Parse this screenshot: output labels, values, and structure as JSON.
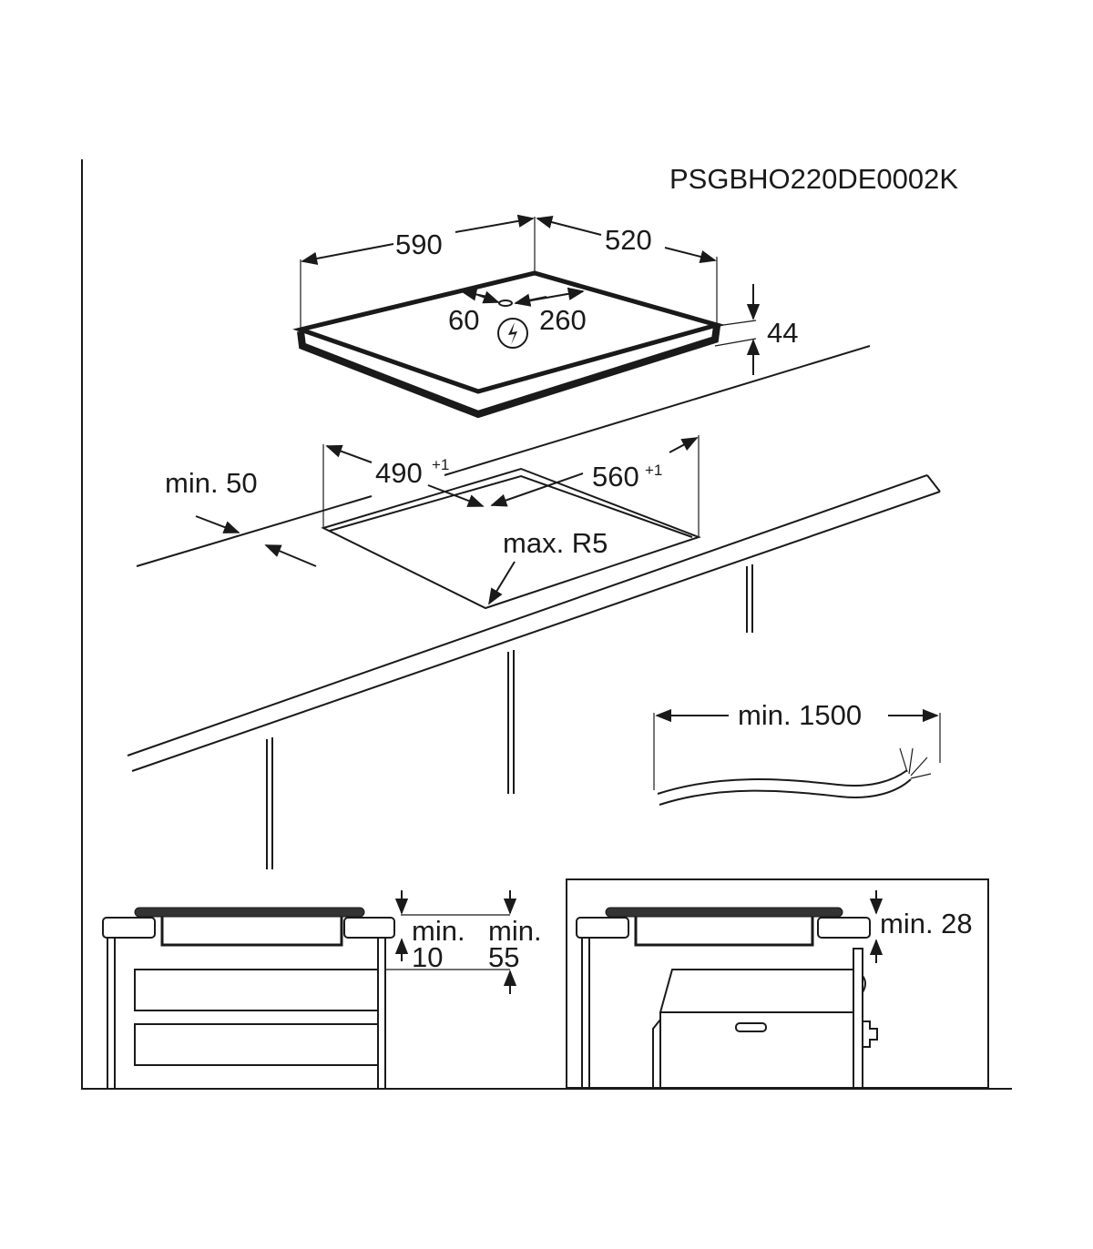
{
  "model_code": "PSGBHO220DE0002K",
  "hob": {
    "width": "590",
    "depth": "520",
    "height": "44",
    "conn_left": "60",
    "conn_right": "260",
    "electric_icon": "lightning-in-circle"
  },
  "cutout": {
    "depth": "490",
    "depth_tol": "+1",
    "width": "560",
    "width_tol": "+1",
    "radius": "max. R5",
    "front_clearance": "min. 50"
  },
  "cable": {
    "length": "min. 1500"
  },
  "drawer_install": {
    "min_label_a": "min.",
    "value_a": "10",
    "min_label_b": "min.",
    "value_b": "55"
  },
  "oven_install": {
    "clearance": "min. 28"
  }
}
